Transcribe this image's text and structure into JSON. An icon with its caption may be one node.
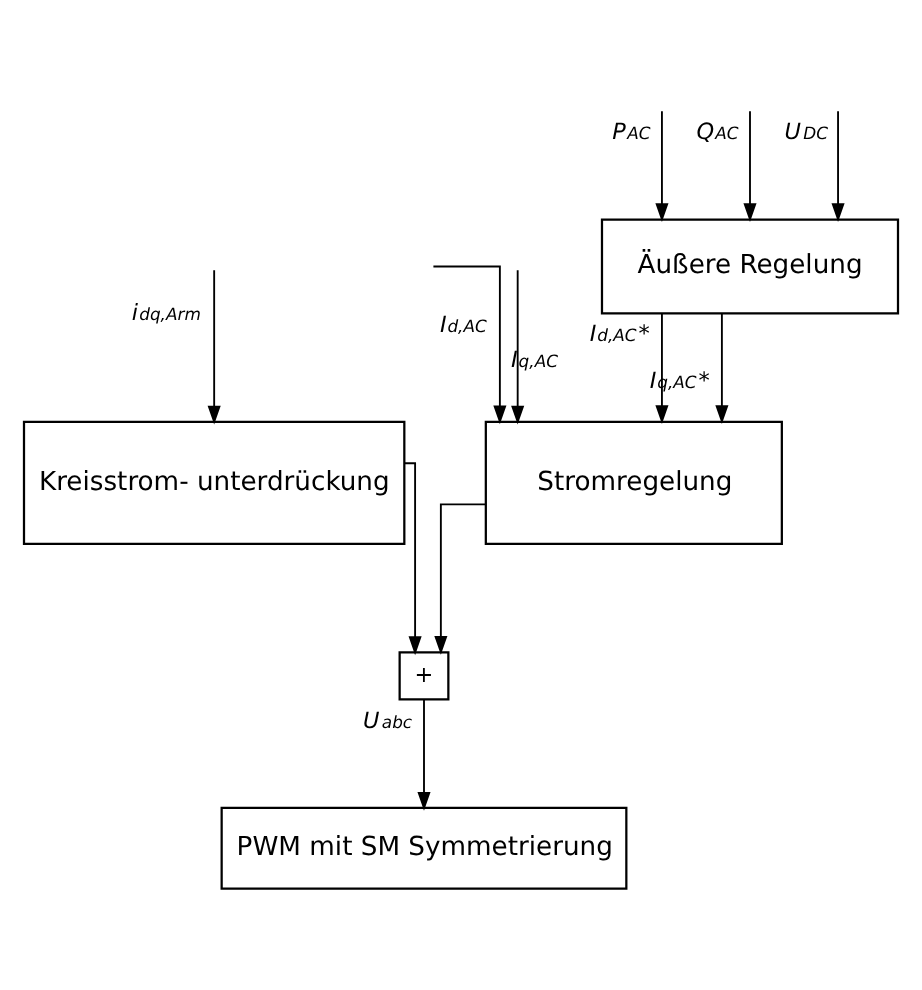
{
  "diagram": {
    "nodes": [
      {
        "text": [
          "Äußere Regelung"
        ]
      },
      {
        "text": [
          "Stromregelung"
        ]
      },
      {
        "text": [
          "Kreisstrom- unterdrückung"
        ]
      },
      {
        "text": [
          "+"
        ]
      },
      {
        "text": [
          "PWM mit SM Symmetrierung"
        ]
      }
    ],
    "edges": [
      {
        "from": null,
        "to": 0,
        "arrow": "to",
        "label": "P$_{AC}$"
      },
      {
        "from": null,
        "to": 0,
        "arrow": "to",
        "label": "Q$_{AC}$"
      },
      {
        "from": null,
        "to": 0,
        "arrow": "to",
        "label": "U$_{DC}$"
      },
      {
        "from": 0,
        "to": 1,
        "arrow": "to",
        "label": "I$_{d,AC}$*"
      },
      {
        "from": 0,
        "to": 1,
        "arrow": "to",
        "label": "I$_{q,AC}$*"
      },
      {
        "from": null,
        "to": 2,
        "arrow": "to",
        "label": "i$_{dq,Arm}$"
      },
      {
        "from": null,
        "to": 1,
        "arrow": "to",
        "label": "I$_{d,AC}$"
      },
      {
        "from": null,
        "to": 1,
        "arrow": "to",
        "label": "I$_{q,AC}$"
      },
      {
        "from": 1,
        "to": 3,
        "arrow": "to"
      },
      {
        "from": 2,
        "to": 3,
        "arrow": "to"
      },
      {
        "from": 3,
        "to": 4,
        "arrow": "to",
        "label": "U$_{abc}$"
      }
    ]
  }
}
